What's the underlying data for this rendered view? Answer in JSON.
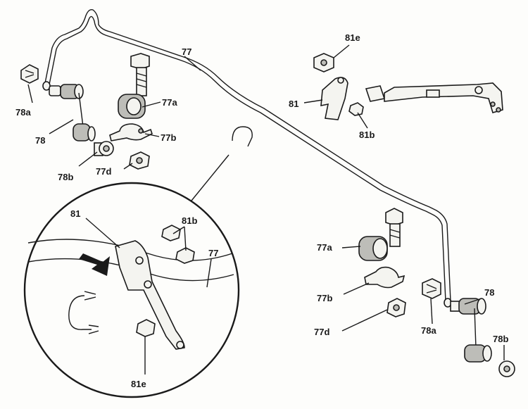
{
  "diagram": {
    "callouts": {
      "bar": "77",
      "bushing_left": "77a",
      "clamp_left": "77b",
      "nut_left": "77d",
      "bushing_right": "77a",
      "clamp_right": "77b",
      "nut_right": "77d",
      "link_left": "78",
      "link_left_nut_top": "78a",
      "link_left_nut_bottom": "78b",
      "link_right": "78",
      "link_right_nut_top": "78a",
      "link_right_nut_bottom": "78b",
      "bracket_top": "81",
      "bracket_top_nut_e": "81e",
      "bracket_top_nut_b": "81b",
      "detail_bracket": "81",
      "detail_nut_b": "81b",
      "detail_bar": "77",
      "detail_nut_e": "81e"
    }
  }
}
